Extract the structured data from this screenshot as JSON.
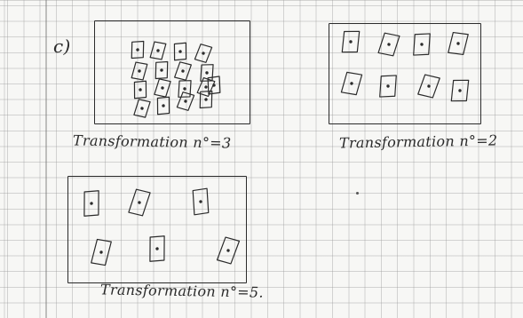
{
  "part_label": "c)",
  "figures": [
    {
      "caption": "Transformation n°=3",
      "tile_rows": 4,
      "tiles_per_row": [
        4,
        4,
        5,
        4
      ]
    },
    {
      "caption": "Transformation n°=2",
      "tile_rows": 2,
      "tiles_per_row": [
        4,
        4
      ]
    },
    {
      "caption": "Transformation n°=5.",
      "tile_rows": 2,
      "tiles_per_row": [
        3,
        3
      ]
    }
  ],
  "colors": {
    "ink": "#2b2b2b",
    "grid": "#c8c8c8",
    "paper": "#f7f7f5"
  }
}
